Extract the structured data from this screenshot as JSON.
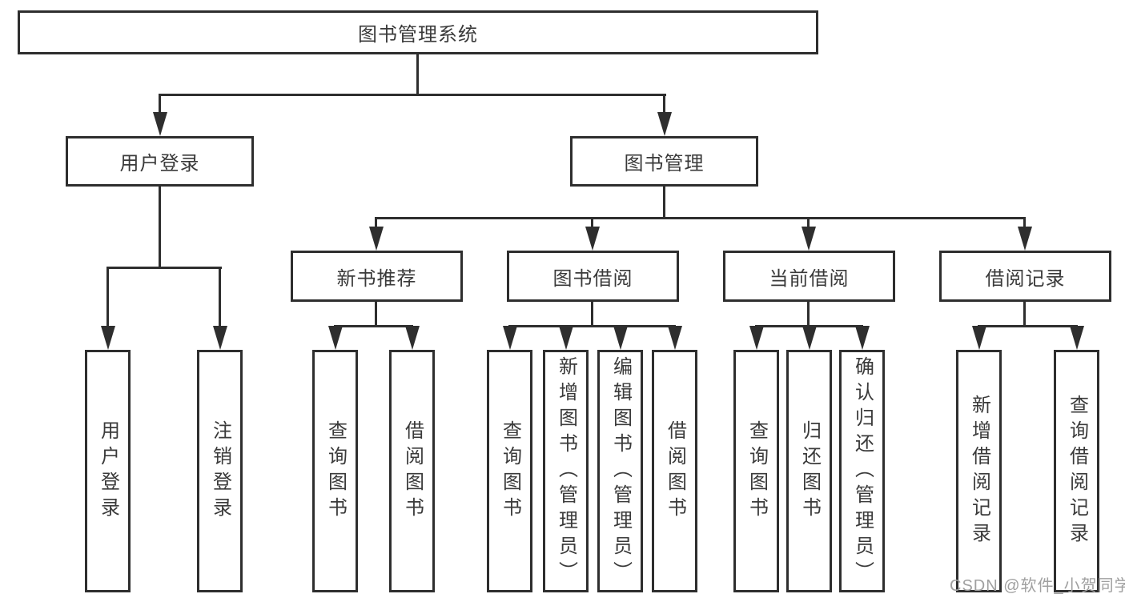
{
  "diagram": {
    "root": {
      "label": "图书管理系统"
    },
    "branches": [
      {
        "label": "用户登录",
        "children": [
          {
            "label": "用户登录"
          },
          {
            "label": "注销登录"
          }
        ]
      },
      {
        "label": "图书管理",
        "children": [
          {
            "label": "新书推荐",
            "children": [
              {
                "label": "查询图书"
              },
              {
                "label": "借阅图书"
              }
            ]
          },
          {
            "label": "图书借阅",
            "children": [
              {
                "label": "查询图书"
              },
              {
                "label": "新增图书（管理员）"
              },
              {
                "label": "编辑图书（管理员）"
              },
              {
                "label": "借阅图书"
              }
            ]
          },
          {
            "label": "当前借阅",
            "children": [
              {
                "label": "查询图书"
              },
              {
                "label": "归还图书"
              },
              {
                "label": "确认归还（管理员）"
              }
            ]
          },
          {
            "label": "借阅记录",
            "children": [
              {
                "label": "新增借阅记录"
              },
              {
                "label": "查询借阅记录"
              }
            ]
          }
        ]
      }
    ]
  },
  "watermark": {
    "text": "CSDN @软件_小贺同学"
  },
  "colors": {
    "line": "#2e2e2e",
    "text": "#3a3a3a",
    "background": "#ffffff",
    "watermark": "#a0a0a0"
  }
}
